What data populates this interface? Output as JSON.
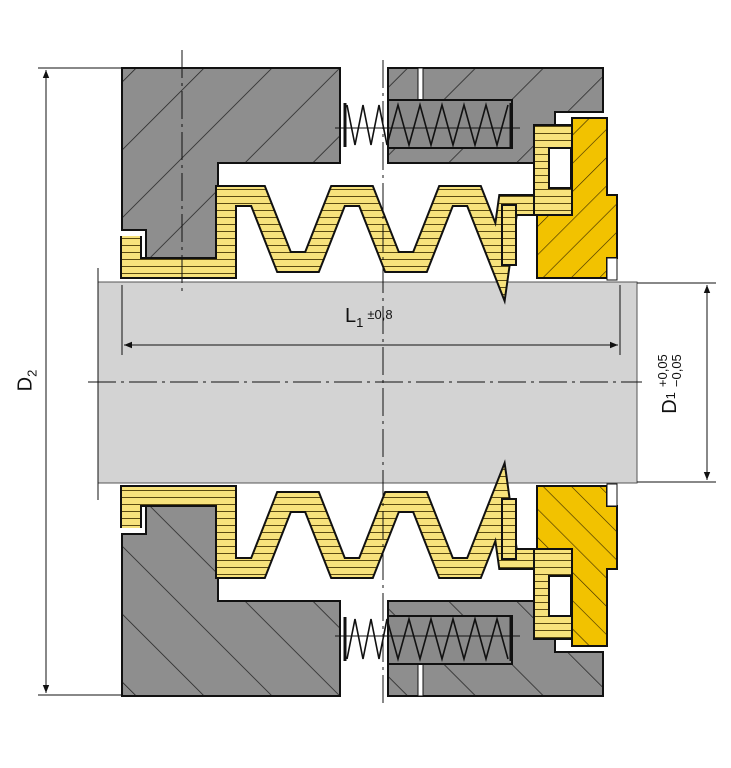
{
  "drawing": {
    "title": "Mechanical seal cross-section",
    "colors": {
      "housing": "#8e8e8e",
      "shaft": "#d3d3d3",
      "bellows": "#f7e27c",
      "seal_ring": "#f2c200",
      "outline": "#111111"
    },
    "dimensions": {
      "l1": {
        "symbol": "L",
        "sub": "1",
        "tolerance": "±0,8"
      },
      "d2": {
        "symbol": "D",
        "sub": "2"
      },
      "d1": {
        "symbol": "D",
        "sub": "1",
        "tol_upper": "+0,05",
        "tol_lower": "−0,05"
      }
    }
  }
}
